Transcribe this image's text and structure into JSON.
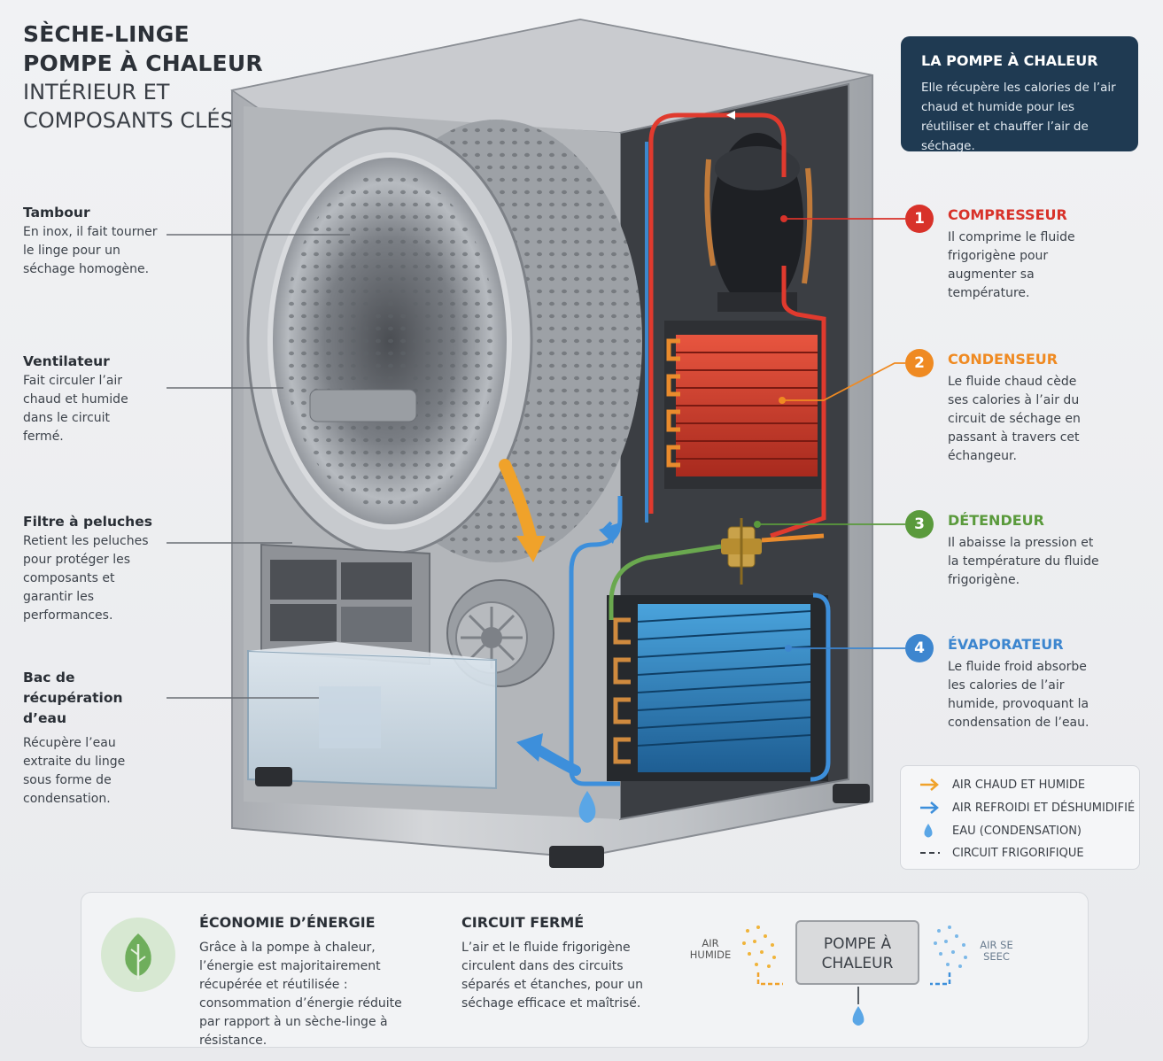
{
  "title": {
    "line1": "SÈCHE-LINGE",
    "line2": "POMPE À CHALEUR",
    "line3": "INTÉRIEUR ET",
    "line4": "COMPOSANTS CLÉS"
  },
  "info_box": {
    "heading": "LA POMPE À CHALEUR",
    "text": "Elle récupère les calories de l’air chaud et humide pour les réutiliser et chauffer l’air de séchage."
  },
  "left_labels": [
    {
      "heading": "Tambour",
      "text": "En inox, il fait tourner le linge pour un séchage homogène."
    },
    {
      "heading": "Ventilateur",
      "text": "Fait circuler l’air chaud et humide dans le circuit fermé."
    },
    {
      "heading": "Filtre à peluches",
      "text": "Retient les peluches pour protéger les composants et garantir les performances."
    },
    {
      "heading": "Bac de récupération d’eau",
      "text": "Récupère l’eau extraite du linge sous forme de condensation."
    }
  ],
  "components": [
    {
      "number": "1",
      "heading": "COMPRESSEUR",
      "text": "Il comprime le fluide frigorigène pour augmenter sa température.",
      "color": "#d8322a"
    },
    {
      "number": "2",
      "heading": "CONDENSEUR",
      "text": "Le fluide chaud cède ses calories à l’air du circuit de séchage en passant à travers cet échangeur.",
      "color": "#ef8a22"
    },
    {
      "number": "3",
      "heading": "DÉTENDEUR",
      "text": "Il abaisse la pression et la température du fluide frigorigène.",
      "color": "#5a9a3c"
    },
    {
      "number": "4",
      "heading": "ÉVAPORATEUR",
      "text": "Le fluide froid absorbe les calories de l’air humide, provoquant la condensation de l’eau.",
      "color": "#3d86cf"
    }
  ],
  "legend": [
    {
      "label": "AIR CHAUD ET HUMIDE",
      "icon": "orange-arrow-icon",
      "color": "#f0a22a"
    },
    {
      "label": "AIR REFROIDI ET DÉSHUMIDIFIÉ",
      "icon": "blue-arrow-icon",
      "color": "#3d8fdb"
    },
    {
      "label": "EAU (CONDENSATION)",
      "icon": "water-drop-icon",
      "color": "#5aa6e6"
    },
    {
      "label": "CIRCUIT FRIGORIFIQUE",
      "icon": "dashed-line-icon",
      "color": "#3a3f46"
    }
  ],
  "bottom": {
    "energy_heading": "ÉCONOMIE D’ÉNERGIE",
    "energy_text": "Grâce à la pompe à chaleur, l’énergie est majoritairement récupérée et réutilisée : consommation d’énergie réduite par rapport à un sèche-linge à résistance.",
    "circuit_heading": "CIRCUIT FERMÉ",
    "circuit_text": "L’air et le fluide frigorigène circulent dans des circuits séparés et étanches, pour un séchage efficace et maîtrisé.",
    "air_in_line1": "AIR",
    "air_in_line2": "HUMIDE",
    "hp_line1": "POMPE À",
    "hp_line2": "CHALEUR",
    "air_out_line1": "AIR SE",
    "air_out_line2": "SEEC"
  },
  "colors": {
    "hot_circuit": "#e03a2e",
    "cold_circuit": "#3d8fdb",
    "expansion": "#6aa84f",
    "accent_dark": "#1f3a52"
  }
}
